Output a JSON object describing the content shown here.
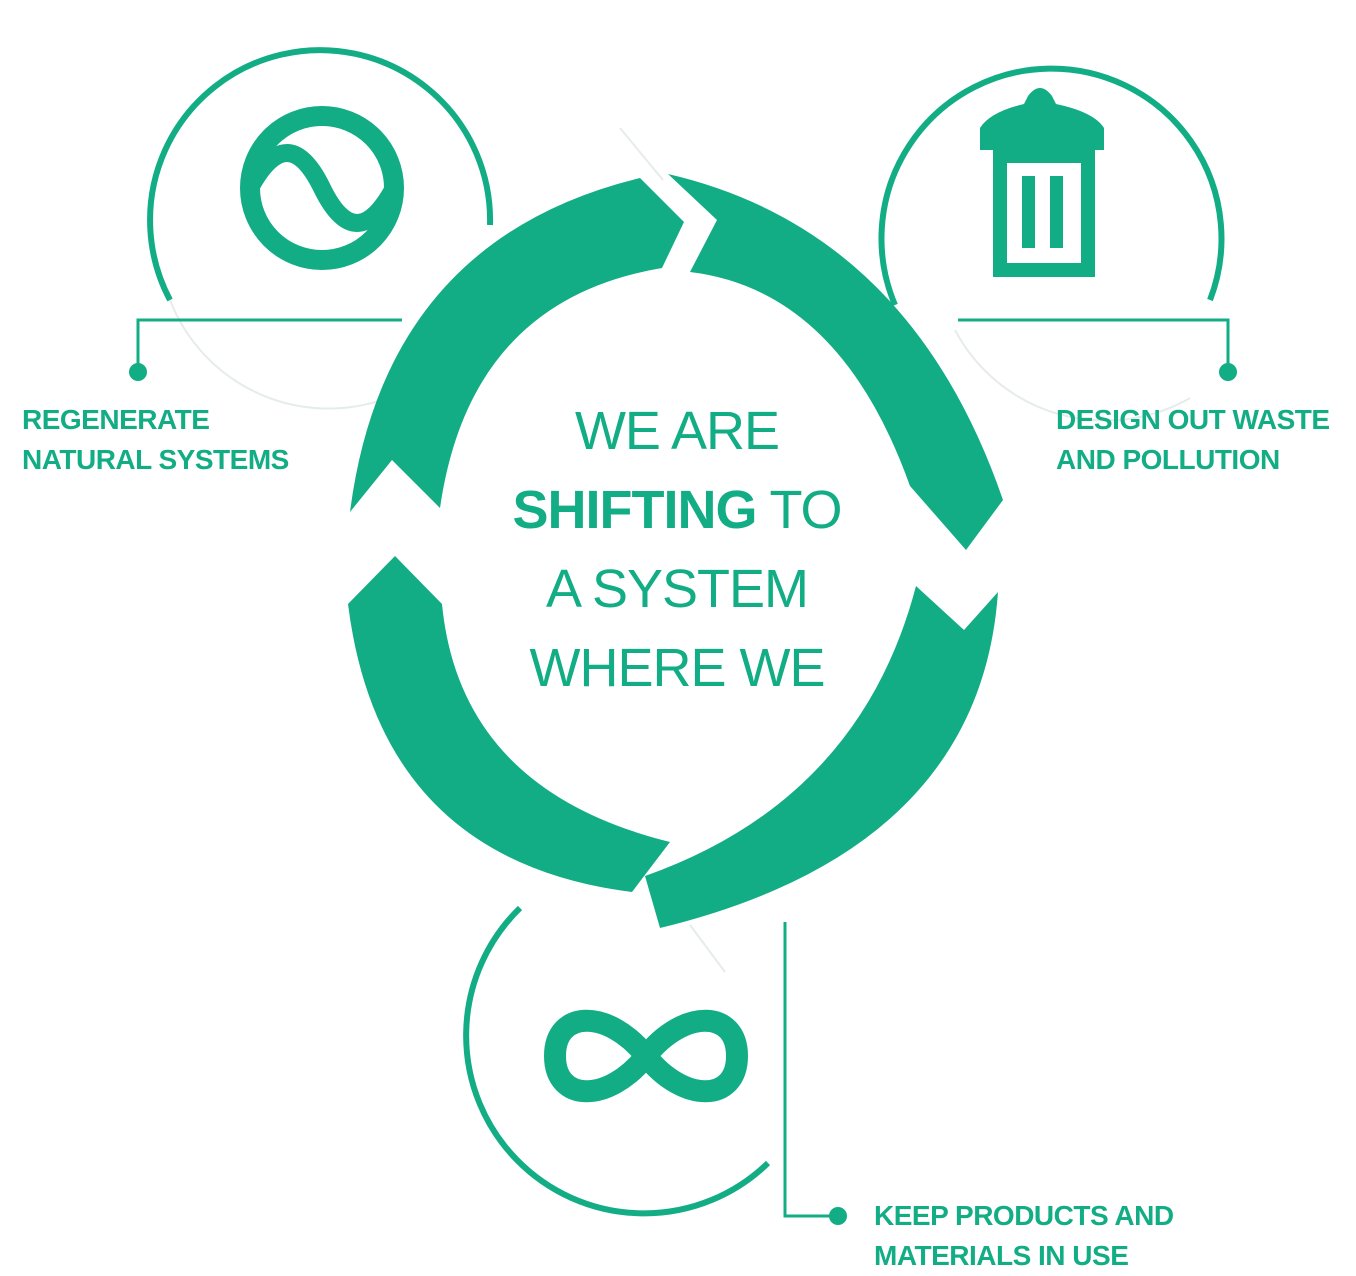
{
  "colors": {
    "primary": "#13ad85",
    "background": "#ffffff",
    "faint_outline": "#e6ece9"
  },
  "center": {
    "line1": "WE ARE",
    "line2_strong": "SHIFTING",
    "line2_rest": " TO",
    "line3": "A SYSTEM",
    "line4": "WHERE WE"
  },
  "principles": [
    {
      "icon": "regenerate-icon",
      "line1": "REGENERATE",
      "line2": "NATURAL SYSTEMS"
    },
    {
      "icon": "trash-bin-icon",
      "line1": "DESIGN OUT WASTE",
      "line2": "AND POLLUTION"
    },
    {
      "icon": "infinity-icon",
      "line1": "KEEP PRODUCTS AND",
      "line2": "MATERIALS IN USE"
    }
  ]
}
